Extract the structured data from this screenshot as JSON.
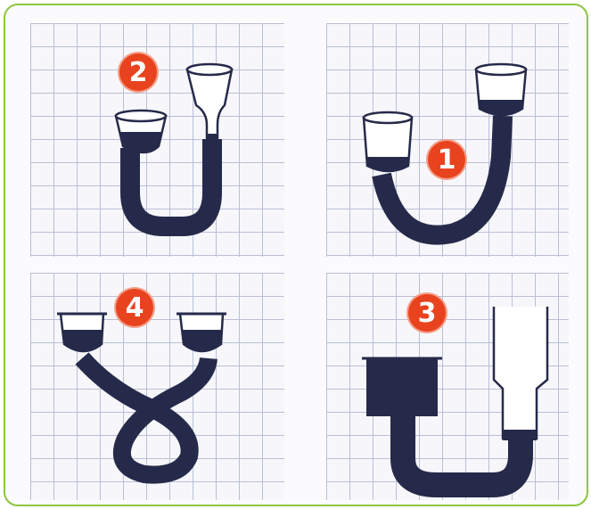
{
  "colors": {
    "frame_border": "#8cc63f",
    "badge_fill": "#e8431e",
    "liquid": "#262a4a",
    "grid_lines": "#b9bfd6"
  },
  "panels": [
    {
      "label": "2"
    },
    {
      "label": "1"
    },
    {
      "label": "4"
    },
    {
      "label": "3"
    }
  ]
}
